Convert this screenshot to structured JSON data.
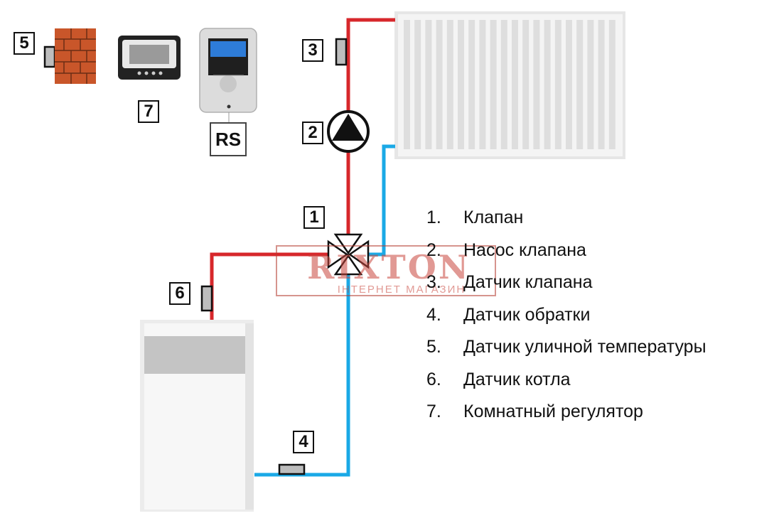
{
  "labels": {
    "valve": "1",
    "pump": "2",
    "valve_sensor": "3",
    "return_sensor": "4",
    "outdoor_sensor": "5",
    "boiler_sensor": "6",
    "room_regulator": "7"
  },
  "controller_badge": "RS",
  "legend": [
    {
      "num": "1.",
      "text": "Клапан"
    },
    {
      "num": "2.",
      "text": "Насос клапана"
    },
    {
      "num": "3.",
      "text": "Датчик клапана"
    },
    {
      "num": "4.",
      "text": "Датчик обратки"
    },
    {
      "num": "5.",
      "text": "Датчик уличной температуры"
    },
    {
      "num": "6.",
      "text": "Датчик котла"
    },
    {
      "num": "7.",
      "text": "Комнатный регулятор"
    }
  ],
  "watermark": {
    "brand": "RIXTON",
    "subtitle": "ІНТЕРНЕТ МАГАЗИН"
  },
  "colors": {
    "supply_pipe": "#d7272b",
    "return_pipe": "#1aa9e6",
    "brick": "#c9562a",
    "sensor": "#bdbdbd"
  }
}
